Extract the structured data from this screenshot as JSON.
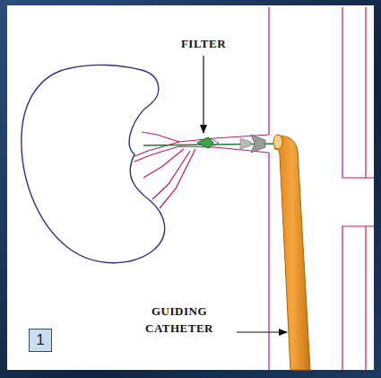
{
  "diagram": {
    "nodes": [
      {
        "text": [
          "1"
        ]
      }
    ],
    "labels": [
      "FILTER",
      "GUIDING CATHETER"
    ]
  }
}
